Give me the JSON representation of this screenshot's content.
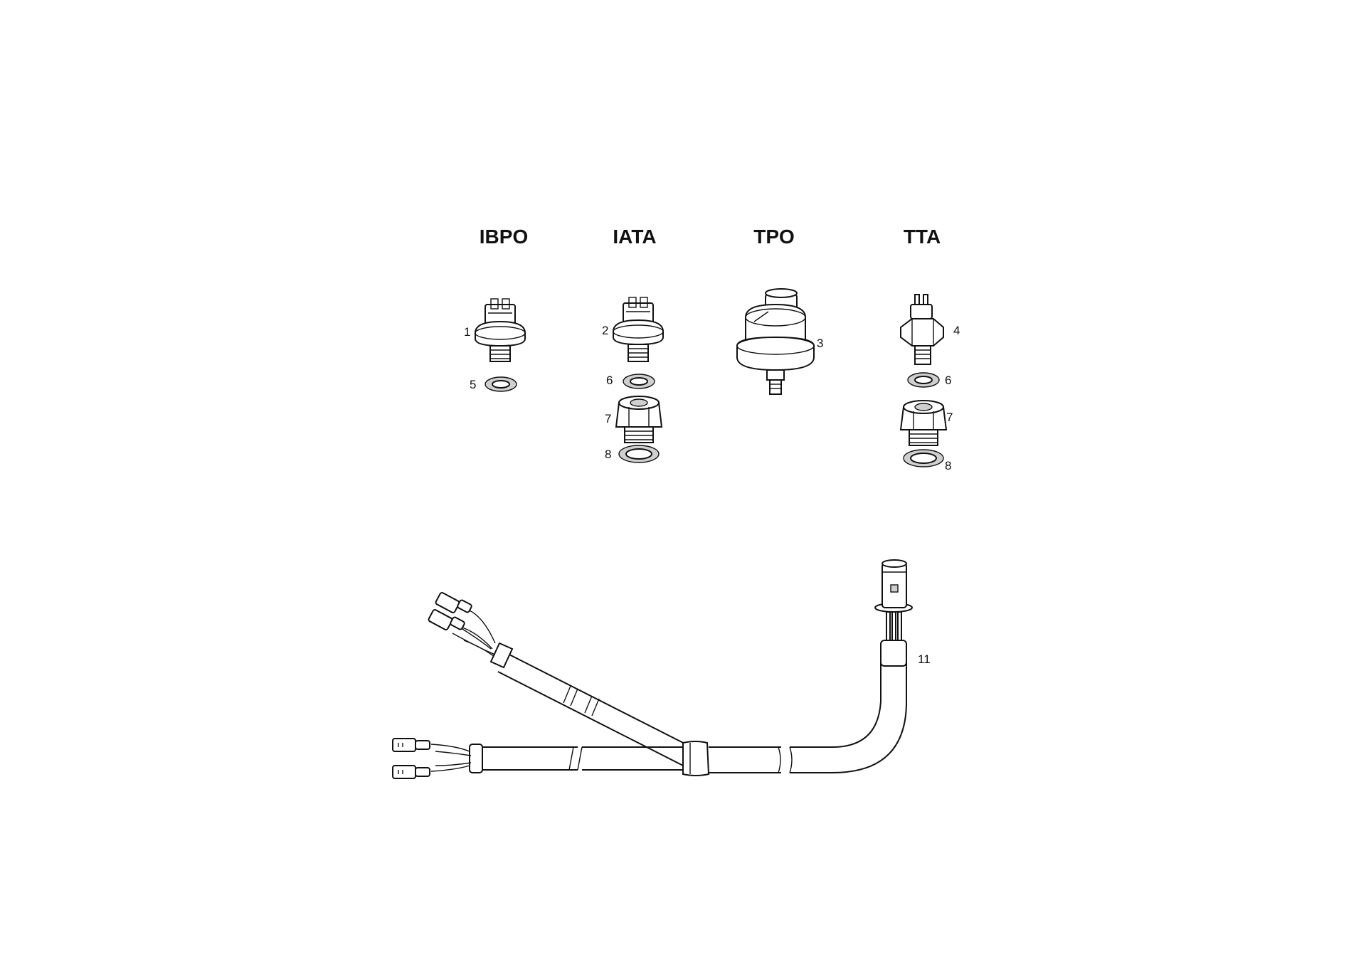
{
  "headers": {
    "ibpo": "IBPO",
    "iata": "IATA",
    "tpo": "TPO",
    "tta": "TTA"
  },
  "callouts": {
    "c1": "1",
    "c2": "2",
    "c3": "3",
    "c4": "4",
    "c5": "5",
    "c6_iata": "6",
    "c6_tta": "6",
    "c7_iata": "7",
    "c7_tta": "7",
    "c8_iata": "8",
    "c8_tta": "8",
    "c11": "11"
  }
}
